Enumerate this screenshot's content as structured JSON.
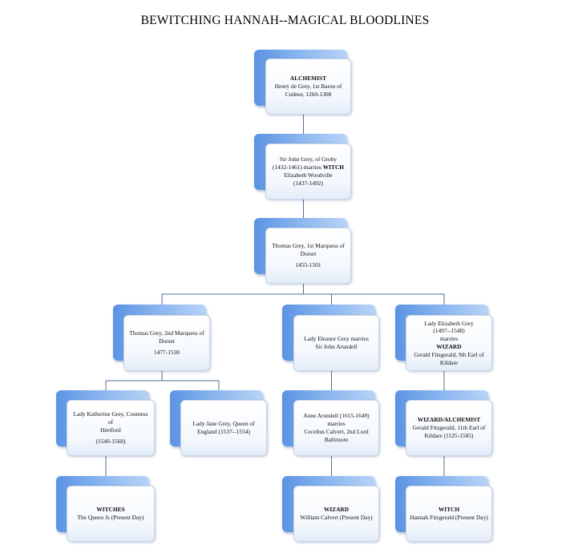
{
  "title": "BEWITCHING HANNAH--MAGICAL BLOODLINES",
  "colors": {
    "box_blue": "#6d9ee6",
    "box_light": "#f4f8fd",
    "connector": "#4f6f97"
  },
  "nodes": {
    "henry_de_grey": {
      "lines": [
        {
          "text": "ALCHEMIST",
          "bold": true
        },
        {
          "text": "Henry de Grey, 1st Baron of\nCodnor, 1260-1308"
        }
      ]
    },
    "john_grey": {
      "lines": [
        {
          "text": "Sir John Grey, of Groby\n(1432-1461) marries "
        },
        {
          "text": "WITCH",
          "bold": true
        },
        {
          "text": "\nElizabeth Woodville\n(1437-1492)"
        }
      ]
    },
    "thomas_grey_1st": {
      "lines": [
        {
          "text": "Thomas Grey, 1st Marquess of\nDorset"
        },
        {
          "text": "1455-1501",
          "gap": true
        }
      ]
    },
    "thomas_grey_2nd": {
      "lines": [
        {
          "text": "Thomas Grey, 2nd Marquess of\nDorset"
        },
        {
          "text": "1477-1530",
          "gap": true
        }
      ]
    },
    "eleanor_grey": {
      "lines": [
        {
          "text": "Lady Eleanor Grey marries\nSir John Arundell"
        }
      ]
    },
    "elizabeth_grey": {
      "lines": [
        {
          "text": "Lady Elizabeth Grey\n(1497--1548)\nmarries"
        },
        {
          "text": "WIZARD",
          "bold": true
        },
        {
          "text": "Gerald Fitzgerald, 9th Earl of\nKildare"
        }
      ]
    },
    "katherine_grey": {
      "lines": [
        {
          "text": "Lady Katherine Grey, Countess of\nHertford"
        },
        {
          "text": "(1540-1568)",
          "gap": true
        }
      ]
    },
    "jane_grey": {
      "lines": [
        {
          "text": "Lady Jane Grey, Queen of\nEngland (1537--1554)"
        }
      ]
    },
    "anne_arundell": {
      "lines": [
        {
          "text": "Anne Arundell (1615-1649)\nmarries\nCecelius Calvert, 2nd Lord\nBaltimore"
        }
      ]
    },
    "gerald_fitzgerald_11th": {
      "lines": [
        {
          "text": "WIZARD/ALCHEMIST",
          "bold": true
        },
        {
          "text": "Gerald Fitzgerald, 11th Earl of\nKildare (1525-1585)"
        }
      ]
    },
    "witches_queen": {
      "lines": [
        {
          "text": "WITCHES",
          "bold": true
        },
        {
          "text": "The Queen Js (Present Day)"
        }
      ]
    },
    "william_calvert": {
      "lines": [
        {
          "text": "WIZARD",
          "bold": true
        },
        {
          "text": "William Calvert (Present Day)"
        }
      ]
    },
    "hannah_fitzgerald": {
      "lines": [
        {
          "text": "WITCH",
          "bold": true
        },
        {
          "text": "Hannah Fitzgerald  (Present Day)"
        }
      ]
    }
  },
  "edges": [
    [
      "henry_de_grey",
      "john_grey"
    ],
    [
      "john_grey",
      "thomas_grey_1st"
    ],
    [
      "thomas_grey_1st",
      "thomas_grey_2nd"
    ],
    [
      "thomas_grey_1st",
      "eleanor_grey"
    ],
    [
      "thomas_grey_1st",
      "elizabeth_grey"
    ],
    [
      "thomas_grey_2nd",
      "katherine_grey"
    ],
    [
      "thomas_grey_2nd",
      "jane_grey"
    ],
    [
      "eleanor_grey",
      "anne_arundell"
    ],
    [
      "elizabeth_grey",
      "gerald_fitzgerald_11th"
    ],
    [
      "katherine_grey",
      "witches_queen"
    ],
    [
      "anne_arundell",
      "william_calvert"
    ],
    [
      "gerald_fitzgerald_11th",
      "hannah_fitzgerald"
    ]
  ]
}
